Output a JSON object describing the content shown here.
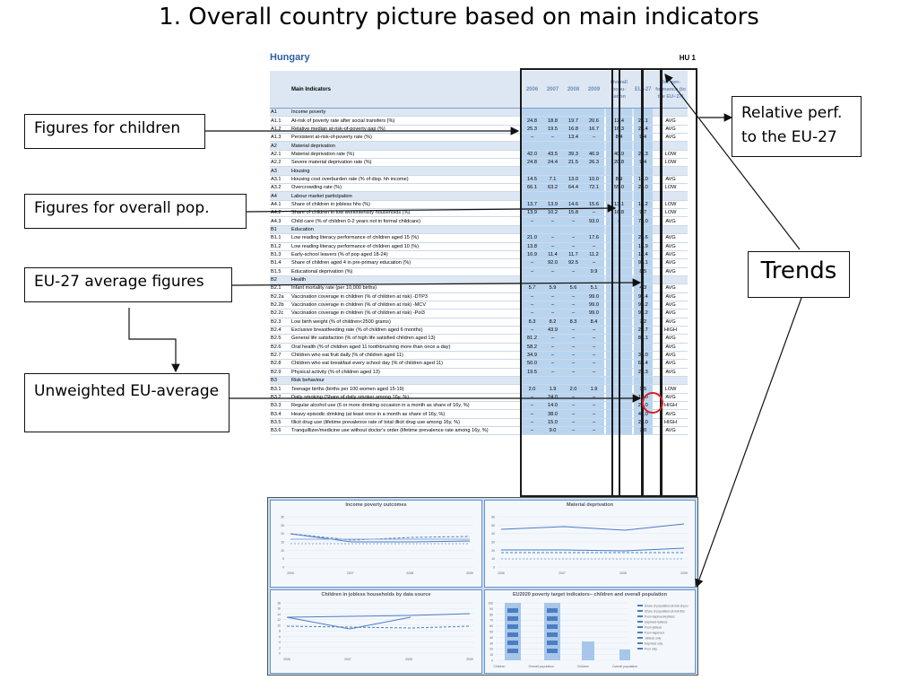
{
  "slide_title": "1. Overall country picture based on main indicators",
  "sheet": {
    "country": "Hungary",
    "code": "HU 1"
  },
  "table": {
    "header": {
      "main": "Main Indicators",
      "years": [
        "2006",
        "2007",
        "2008",
        "2009"
      ],
      "overall": "Overall popu- lation",
      "eu": "EU−27",
      "rel": "Rel. per- formance (to the EU−27)"
    },
    "rows": [
      {
        "c": "A1",
        "l": "Income poverty",
        "s": true
      },
      {
        "c": "A1.1",
        "l": "At-risk of poverty rate after social transfers (%)",
        "v": [
          "24.8",
          "18.8",
          "19.7",
          "20.6"
        ],
        "o": "12.4",
        "e": "20.1",
        "r": "AVG"
      },
      {
        "c": "A1.2",
        "l": "Relative median at-risk-of-poverty gap (%)",
        "v": [
          "25.3",
          "19.5",
          "16.8",
          "16.7"
        ],
        "o": "16.3",
        "e": "23.4",
        "r": "AVG"
      },
      {
        "c": "A1.3",
        "l": "Persistent at-risk-of-poverty rate (%)",
        "v": [
          "–",
          "–",
          "13.4",
          "–"
        ],
        "o": "8.4",
        "e": "9.4",
        "r": "AVG"
      },
      {
        "c": "A2",
        "l": "Material deprivation",
        "s": true
      },
      {
        "c": "A2.1",
        "l": "Material deprivation rate (%)",
        "v": [
          "42.0",
          "43.5",
          "39.3",
          "46.9"
        ],
        "o": "40.9",
        "e": "20.3",
        "r": "LOW"
      },
      {
        "c": "A2.2",
        "l": "Severe material deprivation rate (%)",
        "v": [
          "24.8",
          "24.4",
          "21.5",
          "26.3"
        ],
        "o": "20.8",
        "e": "9.4",
        "r": "LOW"
      },
      {
        "c": "A3",
        "l": "Housing",
        "s": true
      },
      {
        "c": "A3.1",
        "l": "Housing cost overburden rate (% of disp. hh income)",
        "v": [
          "14.5",
          "7.1",
          "13.0",
          "10.0"
        ],
        "o": "8.9",
        "e": "12.0",
        "r": "AVG"
      },
      {
        "c": "A3.2",
        "l": "Overcrowding rate (%)",
        "v": [
          "66.1",
          "63.2",
          "64.4",
          "72.1"
        ],
        "o": "55.0",
        "e": "24.0",
        "r": "LOW"
      },
      {
        "c": "A4",
        "l": "Labour market participation",
        "s": true
      },
      {
        "c": "A4.1",
        "l": "Share of children in jobless hhs (%)",
        "v": [
          "13.7",
          "13.9",
          "14.6",
          "15.6"
        ],
        "o": "13.1",
        "e": "10.2",
        "r": "LOW"
      },
      {
        "c": "A4.2",
        "l": "Share of children in low workintensity households (%)",
        "v": [
          "13.9",
          "10.2",
          "15.8",
          "–"
        ],
        "o": "16.8",
        "e": "9.7",
        "r": "LOW"
      },
      {
        "c": "A4.3",
        "l": "Child care (% of children 0-2 years not in formal childcare)",
        "v": [
          "–",
          "–",
          "–",
          "93.0"
        ],
        "o": "–",
        "e": "72.0",
        "r": "AVG"
      },
      {
        "c": "B1",
        "l": "Education",
        "s": true
      },
      {
        "c": "B1.1",
        "l": "Low reading literacy performance of children aged 15 (%)",
        "v": [
          "21.0",
          "–",
          "–",
          "17.6"
        ],
        "o": "",
        "e": "20.6",
        "r": "AVG"
      },
      {
        "c": "B1.2",
        "l": "Low reading literacy performance of children aged 10 (%)",
        "v": [
          "13.8",
          "–",
          "–",
          "–"
        ],
        "o": "",
        "e": "18.9",
        "r": "AVG"
      },
      {
        "c": "B1.3",
        "l": "Early-school leavers (% of pop aged 18-24)",
        "v": [
          "10.9",
          "11.4",
          "11.7",
          "11.2"
        ],
        "o": "",
        "e": "14.4",
        "r": "AVG"
      },
      {
        "c": "B1.4",
        "l": "Share of children aged 4 in pre-primary education (%)",
        "v": [
          "–",
          "92.0",
          "92.5",
          "–"
        ],
        "o": "",
        "e": "90.1",
        "r": "AVG"
      },
      {
        "c": "B1.5",
        "l": "Educational deprivation (%)",
        "v": [
          "–",
          "–",
          "–",
          "9.9"
        ],
        "o": "",
        "e": "8.5",
        "r": "AVG"
      },
      {
        "c": "B2",
        "l": "Health",
        "s": true
      },
      {
        "c": "B2.1",
        "l": "Infant mortality rate (per 10,000 births)",
        "v": [
          "5.7",
          "5.9",
          "5.6",
          "5.1"
        ],
        "o": "",
        "e": "4.3",
        "r": "AVG"
      },
      {
        "c": "B2.2a",
        "l": "Vaccination coverage in children (% of children at risk) -DTP3",
        "v": [
          "–",
          "–",
          "–",
          "99.0"
        ],
        "o": "",
        "e": "95.4",
        "r": "AVG"
      },
      {
        "c": "B2.2b",
        "l": "Vaccination coverage in children (% of children at risk) -MCV",
        "v": [
          "–",
          "–",
          "–",
          "99.0"
        ],
        "o": "",
        "e": "93.2",
        "r": "AVG"
      },
      {
        "c": "B2.2c",
        "l": "Vaccination coverage in children (% of children at risk) -Pol3",
        "v": [
          "–",
          "–",
          "–",
          "99.0"
        ],
        "o": "",
        "e": "95.2",
        "r": "AVG"
      },
      {
        "c": "B2.3",
        "l": "Low birth weight (% of children<2500 grams)",
        "v": [
          "8.3",
          "8.2",
          "8.3",
          "8.4"
        ],
        "o": "",
        "e": "7.2",
        "r": "AVG"
      },
      {
        "c": "B2.4",
        "l": "Exclusive breastfeeding rate (% of children aged 6 months)",
        "v": [
          "–",
          "43.9",
          "–",
          "–"
        ],
        "o": "",
        "e": "27.7",
        "r": "HIGH"
      },
      {
        "c": "B2.5",
        "l": "General life satisfaction (% of high life satisfied children aged 13)",
        "v": [
          "81.2",
          "–",
          "–",
          "–"
        ],
        "o": "",
        "e": "85.1",
        "r": "AVG"
      },
      {
        "c": "B2.6",
        "l": "Oral health (% of children aged 11 toothbrushing more than once a day)",
        "v": [
          "58.2",
          "–",
          "–",
          "–"
        ],
        "o": "",
        "e": "",
        "r": "AVG"
      },
      {
        "c": "B2.7",
        "l": "Children who eat fruit daily (% of children aged 11)",
        "v": [
          "34.9",
          "–",
          "–",
          "–"
        ],
        "o": "",
        "e": "34.0",
        "r": "AVG"
      },
      {
        "c": "B2.8",
        "l": "Children who eat breakfast every school day (% of children aged 11)",
        "v": [
          "50.0",
          "–",
          "–",
          "–"
        ],
        "o": "",
        "e": "61.4",
        "r": "AVG"
      },
      {
        "c": "B2.9",
        "l": "Physical activity (% of children aged 13)",
        "v": [
          "19.5",
          "–",
          "–",
          "–"
        ],
        "o": "",
        "e": "20.3",
        "r": "AVG"
      },
      {
        "c": "B3",
        "l": "Risk behaviour",
        "s": true
      },
      {
        "c": "B3.1",
        "l": "Teenage births (births per 100 women aged 15-19)",
        "v": [
          "2.0",
          "1.9",
          "2.0",
          "1.9"
        ],
        "o": "",
        "e": "1.5",
        "r": "LOW"
      },
      {
        "c": "B3.2",
        "l": "Daily smoking (Share of daily smoker among 16y, %)",
        "v": [
          "–",
          "24.0",
          "–",
          "–"
        ],
        "o": "",
        "e": "19.0",
        "r": "AVG"
      },
      {
        "c": "B3.3",
        "l": "Regular alcohol use (6 or more drinking occasion in a month as share of 16y, %)",
        "v": [
          "–",
          "14.0",
          "–",
          "–"
        ],
        "o": "",
        "e": "22.0",
        "r": "HIGH"
      },
      {
        "c": "B3.4",
        "l": "Heavy episodic drinking (at least once in a month as share of 16y, %)",
        "v": [
          "–",
          "38.0",
          "–",
          "–"
        ],
        "o": "",
        "e": "45.0",
        "r": "AVG"
      },
      {
        "c": "B3.5",
        "l": "Illicit drug use (lifetime prevalence rate of total illicit drug use among 16y, %)",
        "v": [
          "–",
          "15.0",
          "–",
          "–"
        ],
        "o": "",
        "e": "22.0",
        "r": "HIGH"
      },
      {
        "c": "B3.6",
        "l": "Tranquillizer/medicine use without doctor's order (lifetime prevalence rate among 16y, %)",
        "v": [
          "–",
          "9.0",
          "–",
          "–"
        ],
        "o": "",
        "e": "7.0",
        "r": "AVG"
      }
    ]
  },
  "callouts": {
    "children": "Figures for children",
    "overall": "Figures for overall pop.",
    "eu_avg": "EU-27 average figures",
    "unweighted": "Unweighted EU-average",
    "relative": "Relative perf. to the EU-27",
    "trends": "Trends"
  },
  "charts": {
    "income_title": "Income poverty outcomes",
    "material_title": "Material deprivation",
    "jobless_title": "Children in jobless households by data source",
    "eu2020_title": "EU2020 poverty target indicators– children and overall population",
    "years": [
      "2006",
      "2007",
      "2008",
      "2009"
    ],
    "income_y": [
      "30",
      "25",
      "20",
      "15",
      "10",
      "5",
      "0"
    ],
    "material_y": [
      "60",
      "50",
      "40",
      "30",
      "20",
      "10",
      "0"
    ],
    "jobless_y": [
      "18",
      "16",
      "14",
      "12",
      "10",
      "8",
      "6",
      "4",
      "2",
      "0"
    ],
    "eu2020_y": [
      "100",
      "90",
      "80",
      "70",
      "60",
      "50",
      "40",
      "30",
      "20",
      "10",
      "0"
    ],
    "eu2020_x": [
      "Children",
      "Overall population",
      "Children",
      "Overall population"
    ],
    "eu2020_legend": [
      "Share of population at-risk-of-pov",
      "Share of population at-risk-this",
      "Poor+deprived+jobless",
      "Deprived+jobless",
      "Poor+jobless",
      "Poor+deprived",
      "Jobless only",
      "Deprived only",
      "Poor only"
    ],
    "colors": {
      "line": "#4a7dc2",
      "bar_dark": "#4a7dc2",
      "bar_light": "#a7c6ea",
      "panel_bg": "#f4f8fd"
    }
  }
}
